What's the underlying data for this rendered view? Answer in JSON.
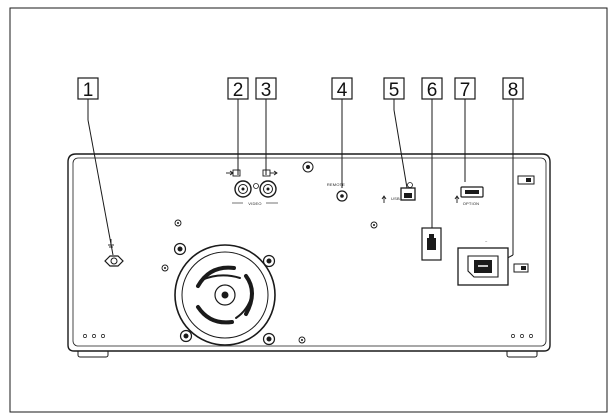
{
  "callouts": [
    {
      "id": "1"
    },
    {
      "id": "2"
    },
    {
      "id": "3"
    },
    {
      "id": "4"
    },
    {
      "id": "5"
    },
    {
      "id": "6"
    },
    {
      "id": "7"
    },
    {
      "id": "8"
    }
  ],
  "panel_labels": {
    "video": "VIDEO",
    "remote": "REMOTE",
    "usb": "USB",
    "option": "OPTION"
  },
  "icons": {
    "ground": "ground-icon",
    "video_in": "video-in-icon",
    "video_out": "video-out-icon",
    "remote": "remote-jack-icon",
    "usb": "usb-port-icon",
    "option": "option-port-icon",
    "ac_in": "ac-inlet-icon"
  },
  "colors": {
    "line": "#1a1a1a",
    "device_fill": "#ffffff",
    "background": "#ffffff"
  }
}
